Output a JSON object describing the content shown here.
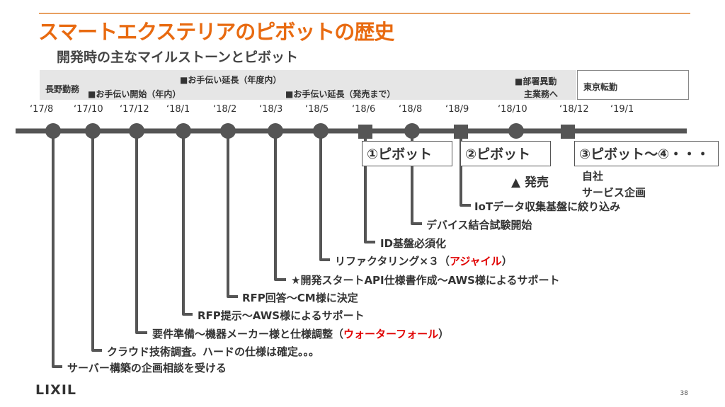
{
  "title": "スマートエクステリアのピボットの歴史",
  "subtitle": "開発時の主なマイルストーンとピボット",
  "band": {
    "nagano": "長野勤務",
    "help_start": "■お手伝い開始（年内）",
    "help_ext1": "■お手伝い延長（年度内）",
    "help_ext2": "■お手伝い延長（発売まで）",
    "transfer_line1": "■部署異動",
    "transfer_line2": "主業務へ",
    "tokyo": "東京転勤"
  },
  "dates": [
    "‘17/8",
    "‘17/10",
    "‘17/12",
    "‘18/1",
    "‘18/2",
    "‘18/3",
    "‘18/5",
    "‘18/6",
    "‘18/8",
    "‘18/9",
    "‘18/10",
    "‘18/12",
    "‘19/1"
  ],
  "pivots": {
    "p1": "①ピボット",
    "p2": "②ピボット",
    "p3": "③ピボット～④・・・"
  },
  "launch": "▲ 発売",
  "inhouse_line1": "自社",
  "inhouse_line2": "サービス企画",
  "events": {
    "e1": "サーバー構築の企画相談を受ける",
    "e2": "クラウド技術調査。ハードの仕様は確定。。。",
    "e3_pre": "要件準備～機器メーカー様と仕様調整（",
    "e3_red": "ウォーターフォール",
    "e3_post": "）",
    "e4": "RFP提示～AWS様によるサポート",
    "e5": "RFP回答～CM様に決定",
    "e6": "★開発スタートAPI仕様書作成～AWS様によるサポート",
    "e7_pre": "リファクタリング×３（",
    "e7_red": "アジャイル",
    "e7_post": "）",
    "e8": "ID基盤必須化",
    "e9": "デバイス結合試験開始",
    "e10": "IoTデータ収集基盤に絞り込み"
  },
  "logo": "LIXIL",
  "page_number": "38",
  "colors": {
    "title": "#e86a10",
    "accent_red": "#e00000",
    "timeline": "#555555",
    "band": "#e6e6e6"
  }
}
